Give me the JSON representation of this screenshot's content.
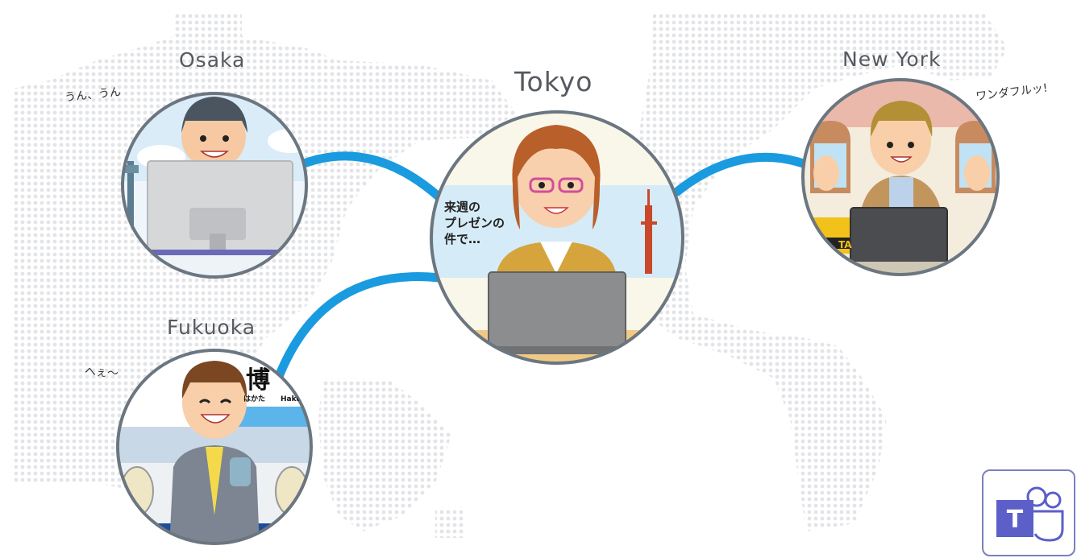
{
  "cities": {
    "osaka": {
      "name": "Osaka",
      "speech": "うん、うん"
    },
    "tokyo": {
      "name": "Tokyo",
      "speech": [
        "来週の",
        "プレゼンの",
        "件で…"
      ]
    },
    "new_york": {
      "name": "New York",
      "speech": "ワンダフルッ!"
    },
    "fukuoka": {
      "name": "Fukuoka",
      "speech": "へぇ～",
      "sign_kanji": "博",
      "sign_kana": "はかた",
      "sign_roman": "Haka"
    }
  },
  "taxi_sign": "TA",
  "icons": {
    "app_logo": "microsoft-teams-icon",
    "app_logo_letter": "T"
  },
  "colors": {
    "connector": "#1a9be0",
    "circle_border": "#6b7680",
    "map_dots": "#e4e6e8",
    "teams": "#5b5fc7"
  }
}
